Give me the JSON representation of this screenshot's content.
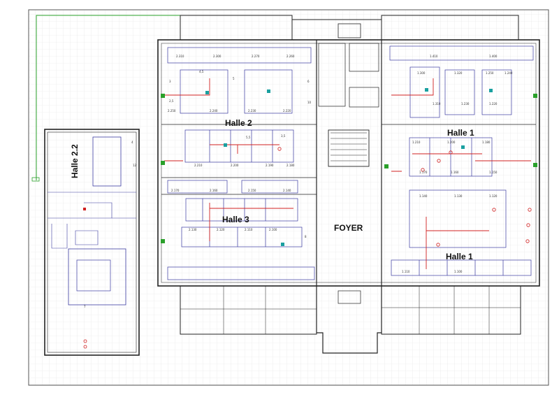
{
  "halls": {
    "halle_2_2": "Halle 2.2",
    "halle_2": "Halle 2",
    "halle_3": "Halle 3",
    "halle_1_top": "Halle 1",
    "halle_1_bottom": "Halle 1",
    "foyer": "FOYER"
  },
  "booth_labels": [
    "2.310",
    "2.300",
    "2.270",
    "2.260",
    "2.250",
    "2.240",
    "2.230",
    "2.220",
    "2.210",
    "2.200",
    "2.190",
    "2.180",
    "2.170",
    "2.160",
    "2.150",
    "2.140",
    "2.130",
    "2.120",
    "2.110",
    "2.100",
    "1.410",
    "1.400",
    "1.300",
    "1.310",
    "1.320",
    "1.250",
    "1.240",
    "1.230",
    "1.220",
    "1.210",
    "1.200",
    "1.180",
    "1.170",
    "1.160",
    "1.150",
    "1.140",
    "1.130",
    "1.120",
    "1.110",
    "1.100"
  ],
  "dimension_labels": [
    "2,5",
    "4,5",
    "3",
    "5",
    "6",
    "10",
    "5,5",
    "3,5",
    "12",
    "4",
    "7",
    "8"
  ],
  "colors": {
    "grid": "#dcdcdc",
    "wall": "#222222",
    "booth": "#3a3aa0",
    "route": "#d02020",
    "water": "#1aa0a0",
    "green": "#2aa02a"
  }
}
